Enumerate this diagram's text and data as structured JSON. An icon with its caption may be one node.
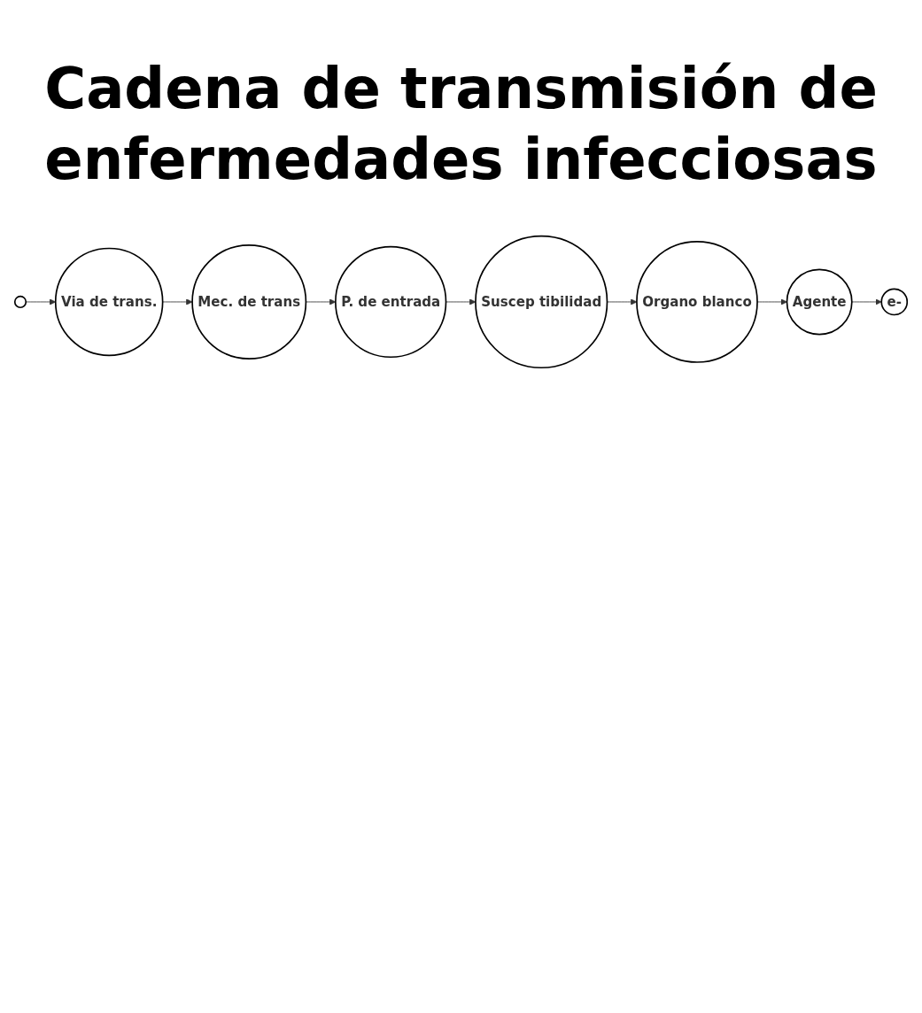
{
  "diagram": {
    "title": "Cadena de transmisión de enfermedades infecciosas",
    "nodes": [
      {
        "text": [
          "Agente"
        ]
      },
      {
        "text": [
          "e-"
        ]
      },
      {
        "text": [],
        "shape": "circle"
      },
      {
        "text": [
          "Via de trans."
        ]
      },
      {
        "text": [
          "Mec. de trans"
        ]
      },
      {
        "text": [
          "P. de entrada"
        ]
      },
      {
        "text": [
          "Suscep tibilidad"
        ]
      },
      {
        "text": [
          "Organo blanco"
        ]
      }
    ],
    "edges": [
      {
        "from": 0,
        "to": 1,
        "arrow": "to"
      },
      {
        "from": 2,
        "to": 3,
        "arrow": "to"
      },
      {
        "from": 3,
        "to": 4,
        "arrow": "to"
      },
      {
        "from": 4,
        "to": 5,
        "arrow": "to"
      },
      {
        "from": 5,
        "to": 6,
        "arrow": "to"
      },
      {
        "from": 6,
        "to": 7,
        "arrow": "to"
      },
      {
        "from": 7,
        "to": 0,
        "arrow": "to"
      }
    ]
  }
}
